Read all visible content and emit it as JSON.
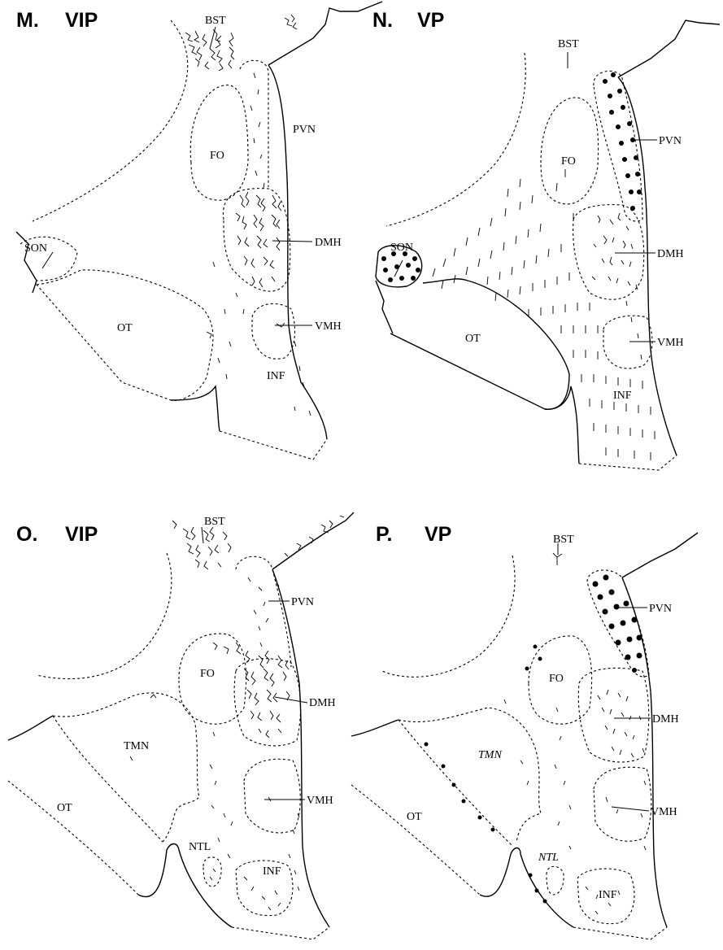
{
  "panels": {
    "M": {
      "letter": "M.",
      "stain": "VIP",
      "labels": {
        "bst": "BST",
        "pvn": "PVN",
        "fo": "FO",
        "son": "SON",
        "dmh": "DMH",
        "ot": "OT",
        "vmh": "VMH",
        "inf": "INF"
      }
    },
    "N": {
      "letter": "N.",
      "stain": "VP",
      "labels": {
        "bst": "BST",
        "pvn": "PVN",
        "fo": "FO",
        "son": "SON",
        "dmh": "DMH",
        "ot": "OT",
        "vmh": "VMH",
        "inf": "INF"
      }
    },
    "O": {
      "letter": "O.",
      "stain": "VIP",
      "labels": {
        "bst": "BST",
        "pvn": "PVN",
        "fo": "FO",
        "dmh": "DMH",
        "tmn": "TMN",
        "ot": "OT",
        "vmh": "VMH",
        "ntl": "NTL",
        "inf": "INF"
      }
    },
    "P": {
      "letter": "P.",
      "stain": "VP",
      "labels": {
        "bst": "BST",
        "pvn": "PVN",
        "fo": "FO",
        "dmh": "DMH",
        "tmn": "TMN",
        "ot": "OT",
        "vmh": "VMH",
        "ntl": "NTL",
        "inf": "INF"
      }
    }
  }
}
